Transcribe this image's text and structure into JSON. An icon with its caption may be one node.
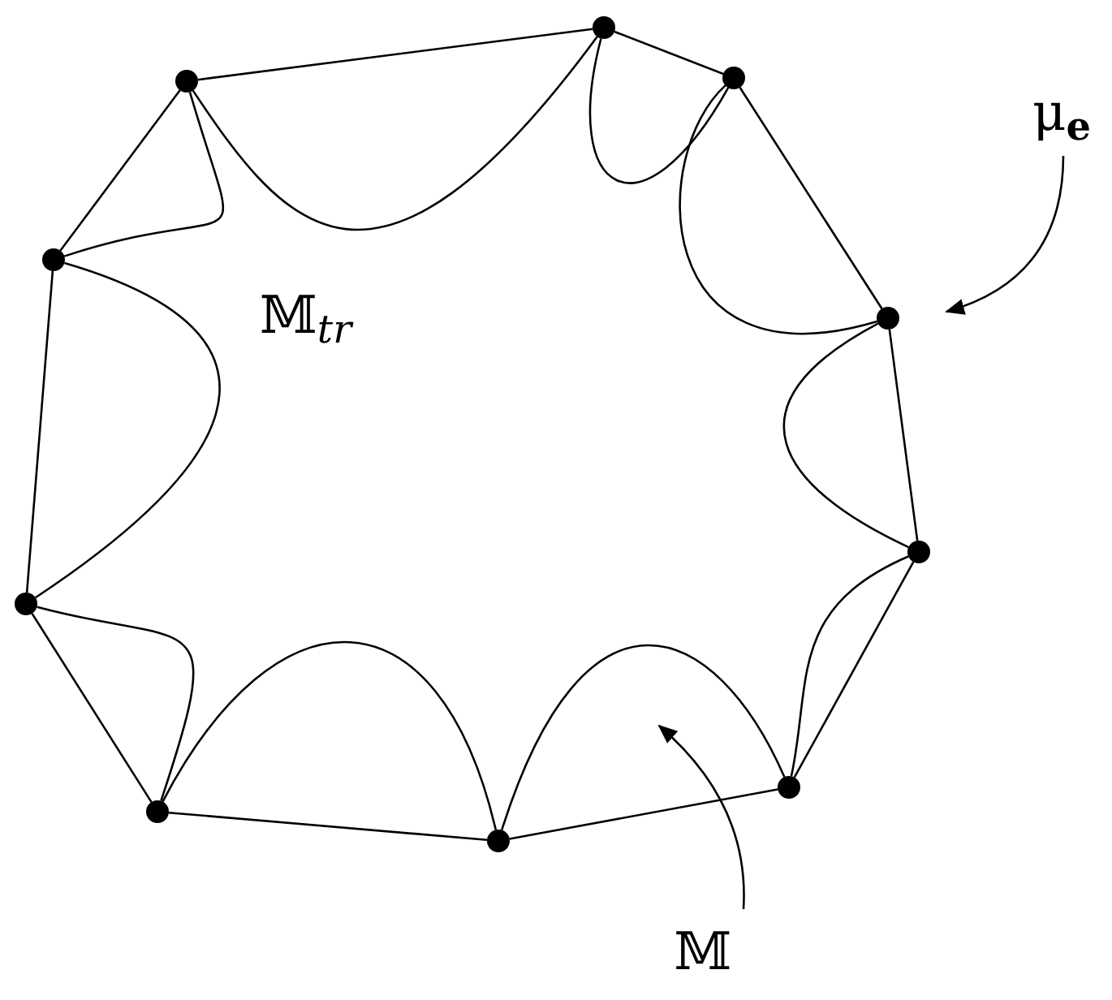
{
  "diagram": {
    "nodes": [
      {
        "text": [],
        "shape": "circle"
      },
      {
        "text": [],
        "shape": "circle"
      },
      {
        "text": [],
        "shape": "circle"
      },
      {
        "text": [],
        "shape": "circle"
      },
      {
        "text": [],
        "shape": "circle"
      },
      {
        "text": [],
        "shape": "circle"
      },
      {
        "text": [],
        "shape": "circle"
      },
      {
        "text": [],
        "shape": "circle"
      },
      {
        "text": [],
        "shape": "circle"
      },
      {
        "text": [],
        "shape": "circle"
      },
      {
        "text": [
          "μ$_{e}$"
        ]
      },
      {
        "text": [
          "𝕄"
        ]
      }
    ],
    "edges": [
      {
        "from": 0,
        "to": 1,
        "arrow": "none"
      },
      {
        "from": 0,
        "to": 1,
        "arrow": "none"
      },
      {
        "from": 1,
        "to": 2,
        "arrow": "none"
      },
      {
        "from": 1,
        "to": 2,
        "arrow": "none"
      },
      {
        "from": 2,
        "to": 3,
        "arrow": "none"
      },
      {
        "from": 2,
        "to": 3,
        "arrow": "none"
      },
      {
        "from": 3,
        "to": 4,
        "arrow": "none"
      },
      {
        "from": 3,
        "to": 4,
        "arrow": "none"
      },
      {
        "from": 4,
        "to": 5,
        "arrow": "none"
      },
      {
        "from": 4,
        "to": 5,
        "arrow": "none"
      },
      {
        "from": 5,
        "to": 6,
        "arrow": "none"
      },
      {
        "from": 5,
        "to": 6,
        "arrow": "none"
      },
      {
        "from": 6,
        "to": 7,
        "arrow": "none"
      },
      {
        "from": 6,
        "to": 7,
        "arrow": "none"
      },
      {
        "from": 7,
        "to": 8,
        "arrow": "none"
      },
      {
        "from": 7,
        "to": 8,
        "arrow": "none"
      },
      {
        "from": 8,
        "to": 9,
        "arrow": "none"
      },
      {
        "from": 8,
        "to": 9,
        "arrow": "none"
      },
      {
        "from": 9,
        "to": 0,
        "arrow": "none"
      },
      {
        "from": 9,
        "to": 0,
        "arrow": "none"
      },
      {
        "from": 10,
        "to": null,
        "arrow": "to"
      },
      {
        "from": 11,
        "to": null,
        "arrow": "to"
      }
    ],
    "labels": [
      "𝕄$_{tr}$"
    ]
  }
}
